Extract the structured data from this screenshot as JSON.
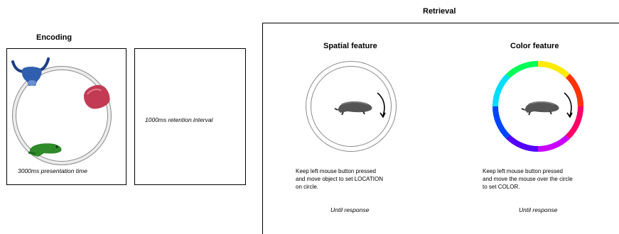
{
  "encoding": {
    "title": "Encoding",
    "caption": "3000ms presentation time"
  },
  "retention": {
    "caption": "1000ms retention interval"
  },
  "retrieval": {
    "title": "Retrieval",
    "spatial": {
      "title": "Spatial feature",
      "instructions": [
        "Keep left mouse button pressed",
        "and move object to set LOCATION",
        "on circle."
      ],
      "until": "Until response"
    },
    "color": {
      "title": "Color feature",
      "instructions": [
        "Keep left mouse button pressed",
        "and move the mouse over the circle",
        "to set COLOR."
      ],
      "until": "Until response"
    }
  },
  "colors": {
    "ring": "#d6d6d6",
    "bull": "#2f5fae",
    "red_object": "#c23a54",
    "green_object": "#2f8a2a",
    "mole": "#555555"
  },
  "icons": [
    "bull-icon",
    "red-object-icon",
    "frog-icon",
    "mole-icon",
    "arrow-icon"
  ]
}
